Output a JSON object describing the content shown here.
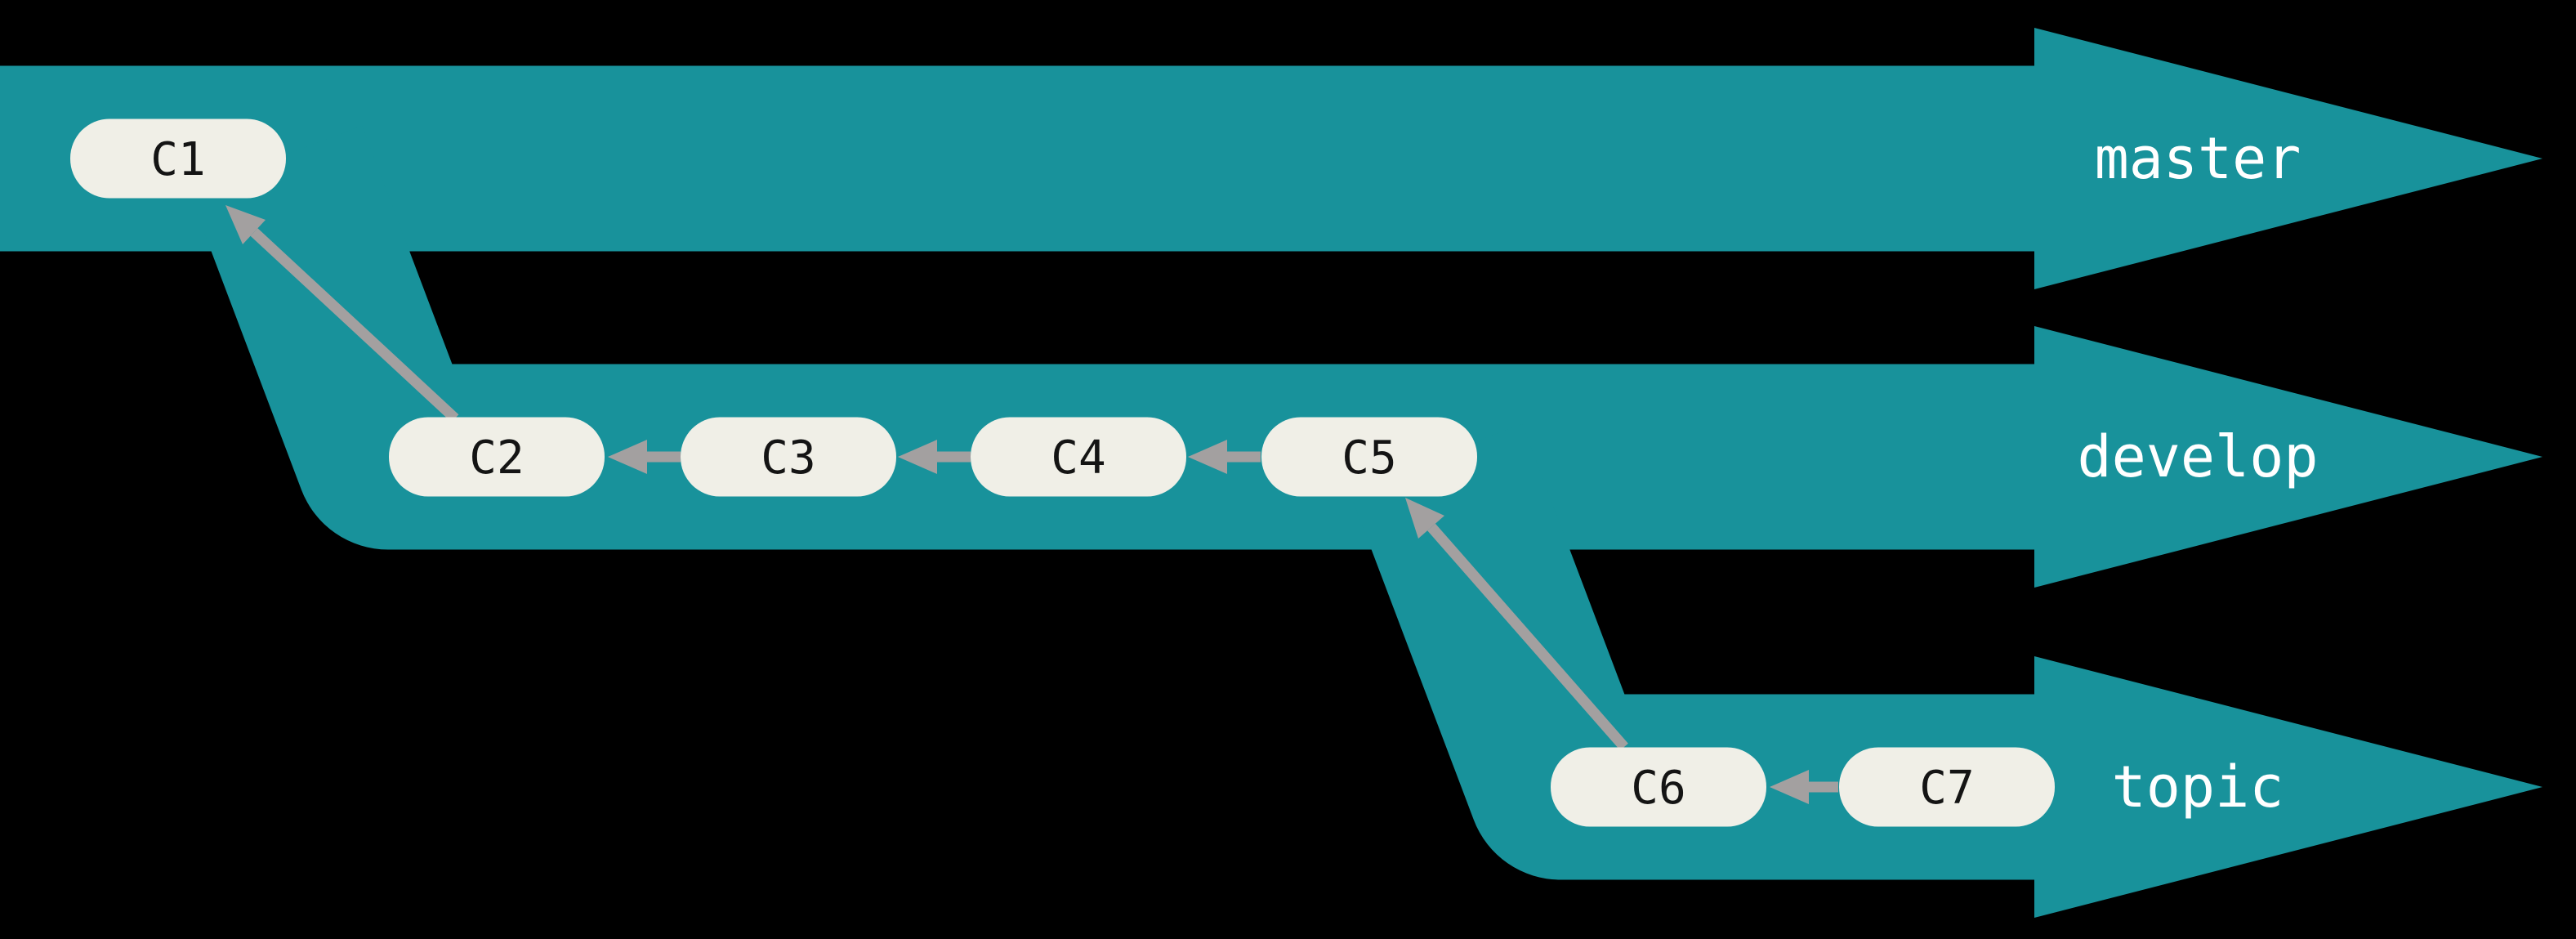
{
  "figure": {
    "kind": "git-branch-flow-diagram",
    "background": "#000000"
  },
  "theme": {
    "band-color": "#18929b",
    "node-fill": "#f0efe7",
    "node-text": "#141414",
    "arrow-color": "#a3a0a0",
    "label-color": "#ffffff",
    "bg-color": "#000000"
  },
  "branches": [
    {
      "label": "master",
      "commits": [
        "C1"
      ]
    },
    {
      "label": "develop",
      "commits": [
        "C2",
        "C3",
        "C4",
        "C5"
      ]
    },
    {
      "label": "topic",
      "commits": [
        "C6",
        "C7"
      ]
    }
  ],
  "commits": [
    {
      "id": "C1",
      "branch": "master",
      "parent": null
    },
    {
      "id": "C2",
      "branch": "develop",
      "parent": "C1"
    },
    {
      "id": "C3",
      "branch": "develop",
      "parent": "C2"
    },
    {
      "id": "C4",
      "branch": "develop",
      "parent": "C3"
    },
    {
      "id": "C5",
      "branch": "develop",
      "parent": "C4"
    },
    {
      "id": "C6",
      "branch": "topic",
      "parent": "C5"
    },
    {
      "id": "C7",
      "branch": "topic",
      "parent": "C6"
    }
  ]
}
